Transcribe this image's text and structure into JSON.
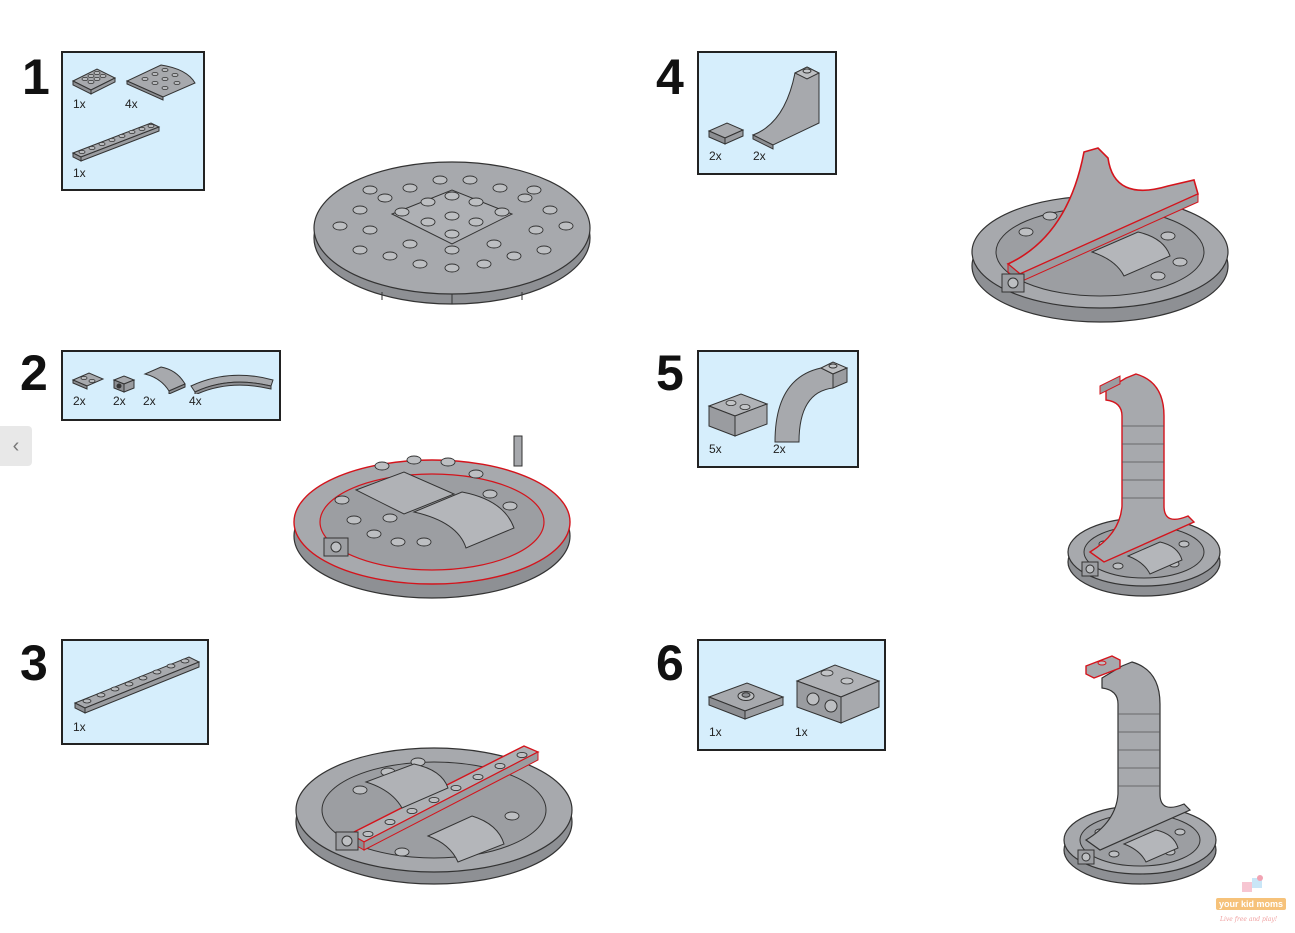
{
  "steps": [
    {
      "number": "1",
      "parts": [
        {
          "qty": "1x"
        },
        {
          "qty": "4x"
        },
        {
          "qty": "1x"
        }
      ]
    },
    {
      "number": "2",
      "parts": [
        {
          "qty": "2x"
        },
        {
          "qty": "2x"
        },
        {
          "qty": "2x"
        },
        {
          "qty": "4x"
        }
      ]
    },
    {
      "number": "3",
      "parts": [
        {
          "qty": "1x"
        }
      ]
    },
    {
      "number": "4",
      "parts": [
        {
          "qty": "2x"
        },
        {
          "qty": "2x"
        }
      ]
    },
    {
      "number": "5",
      "parts": [
        {
          "qty": "5x"
        },
        {
          "qty": "2x"
        }
      ]
    },
    {
      "number": "6",
      "parts": [
        {
          "qty": "1x"
        },
        {
          "qty": "1x"
        }
      ]
    }
  ],
  "nav": {
    "prev_glyph": "‹",
    "prev_icon": "chevron-left-icon"
  },
  "watermark": {
    "brand": "your kid moms",
    "tagline": "Live free and play!"
  },
  "colors": {
    "parts_box_bg": "#d6eefc",
    "brick_gray": "#a7a9ad",
    "brick_stroke": "#3a3a3a",
    "highlight_red": "#d4141c"
  }
}
